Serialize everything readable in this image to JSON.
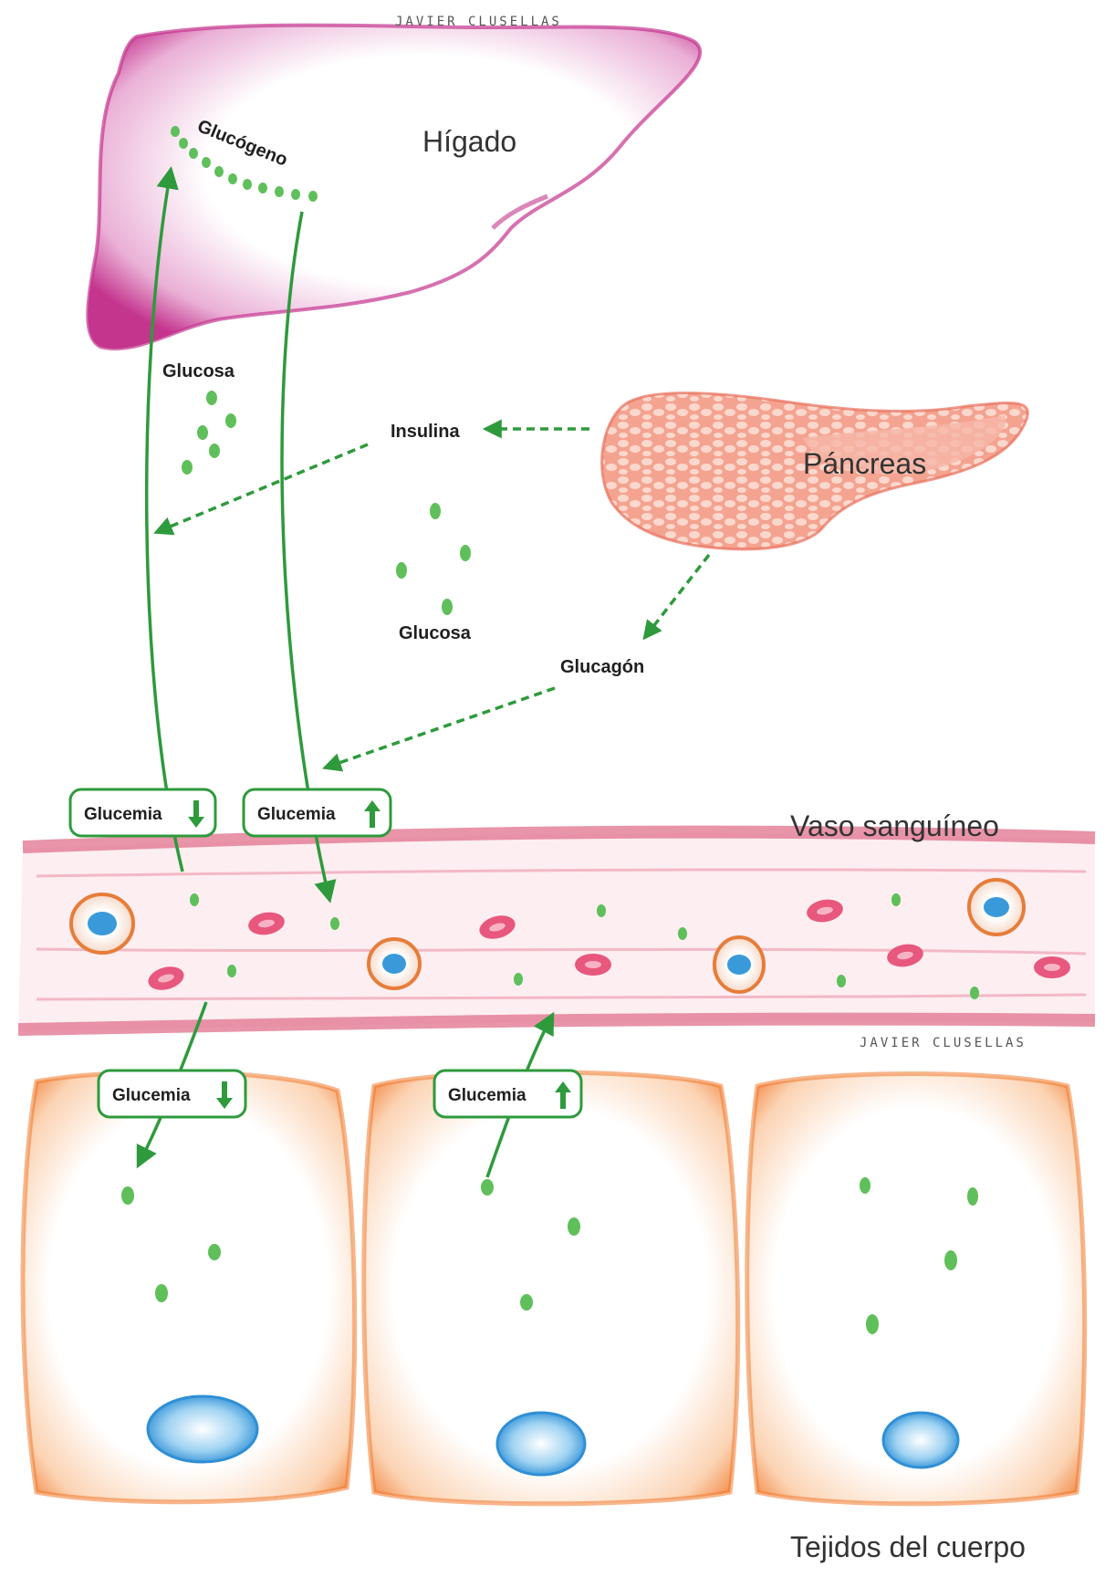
{
  "labels": {
    "liver": "Hígado",
    "glycogen": "Glucógeno",
    "glucose_top": "Glucosa",
    "insulin": "Insulina",
    "pancreas": "Páncreas",
    "glucose_mid": "Glucosa",
    "glucagon": "Glucagón",
    "vessel": "Vaso sanguíneo",
    "tissues": "Tejidos del cuerpo"
  },
  "badges": [
    {
      "text": "Glucemia",
      "direction": "down"
    },
    {
      "text": "Glucemia",
      "direction": "up"
    },
    {
      "text": "Glucemia",
      "direction": "down"
    },
    {
      "text": "Glucemia",
      "direction": "up"
    }
  ],
  "signatures": [
    "JAVIER CLUSELLAS",
    "JAVIER CLUSELLAS"
  ],
  "colors": {
    "arrow_green": "#2e9a3c",
    "liver": "#c4358e",
    "pancreas": "#f2937f",
    "vessel": "#e0708c",
    "cell_border": "#f07a2e",
    "nucleus": "#3a9ad9",
    "glucose_dot": "#5fbf5a"
  }
}
